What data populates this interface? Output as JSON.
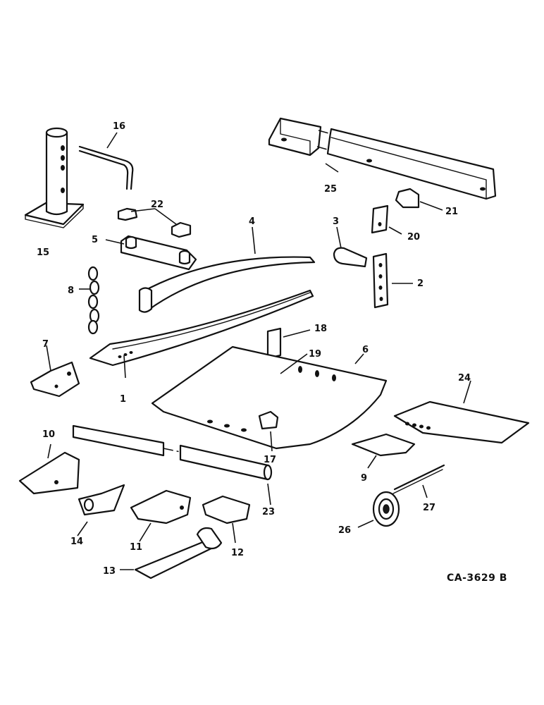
{
  "diagram": {
    "drawing_code": "CA-3629 B",
    "callouts": {
      "c1": "1",
      "c2": "2",
      "c3": "3",
      "c4": "4",
      "c5": "5",
      "c6": "6",
      "c7": "7",
      "c8": "8",
      "c9": "9",
      "c10": "10",
      "c11": "11",
      "c12": "12",
      "c13": "13",
      "c14": "14",
      "c15": "15",
      "c16": "16",
      "c17": "17",
      "c18": "18",
      "c19": "19",
      "c20": "20",
      "c21": "21",
      "c22": "22",
      "c23": "23",
      "c24": "24",
      "c25": "25",
      "c26": "26",
      "c27": "27"
    }
  }
}
